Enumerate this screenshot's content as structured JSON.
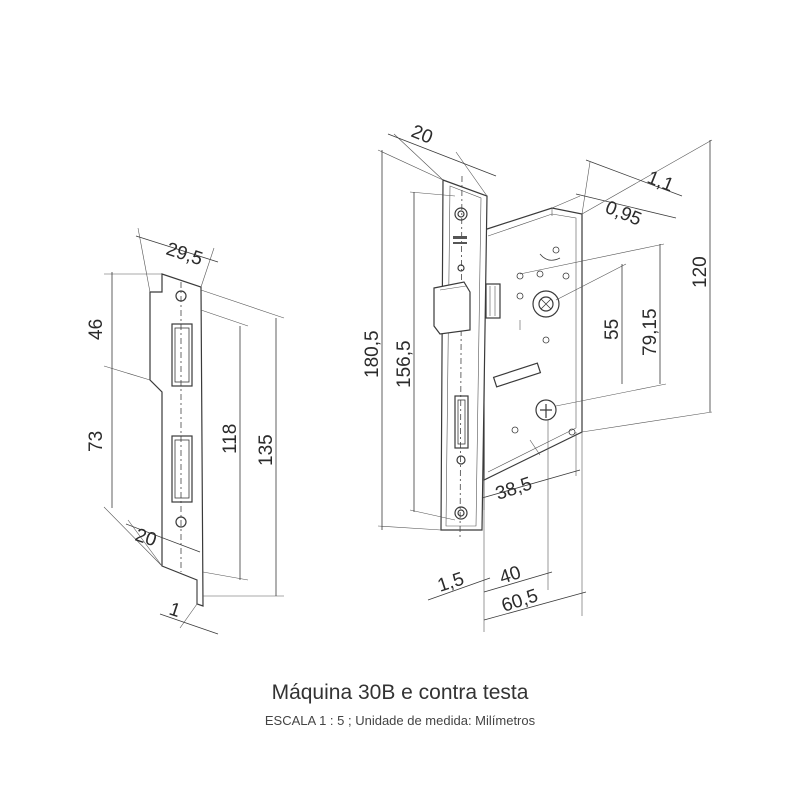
{
  "caption": {
    "title": "Máquina 30B e contra testa",
    "subtitle": "ESCALA 1 : 5 ; Unidade de medida: Milímetros"
  },
  "strike_plate": {
    "dimensions": {
      "width": "29,5",
      "upper": "46",
      "lower": "73",
      "inner_height": "118",
      "total_height": "135",
      "bottom_width": "20",
      "thickness": "1"
    }
  },
  "lock_body": {
    "dimensions": {
      "faceplate_width": "20",
      "offset_a": "1,1",
      "offset_b": "0,95",
      "body_height": "120",
      "faceplate_height": "180,5",
      "hole_spacing": "156,5",
      "spindle_to_key": "55",
      "key_distance": "79,15",
      "body_depth": "38,5",
      "faceplate_thickness": "1,5",
      "backset": "40",
      "total_depth": "60,5"
    }
  }
}
